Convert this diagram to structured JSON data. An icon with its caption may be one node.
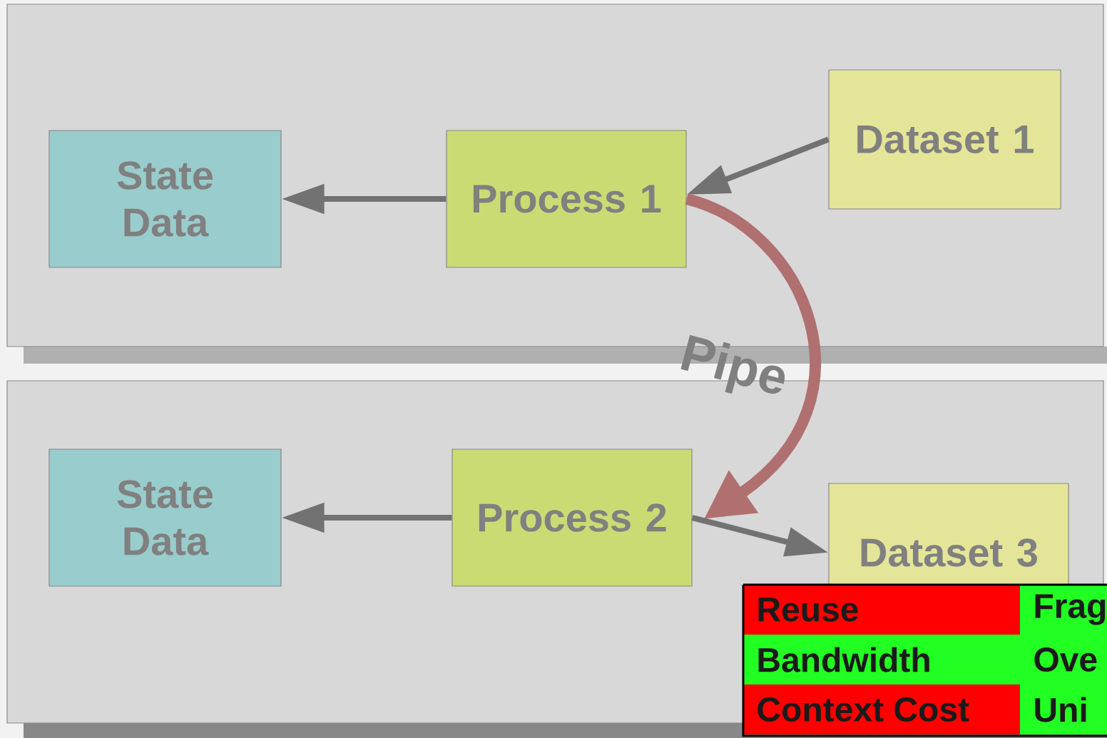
{
  "diagram": {
    "nodes": [
      {
        "text": [
          "State Data"
        ]
      },
      {
        "text": [
          "Process 1"
        ]
      },
      {
        "text": [
          "Dataset 1"
        ]
      },
      {
        "text": [
          "State Data"
        ]
      },
      {
        "text": [
          "Process 2"
        ]
      },
      {
        "text": [
          "Dataset 3"
        ]
      }
    ],
    "edges": [
      {
        "from": 1,
        "to": 0,
        "arrow": "to"
      },
      {
        "from": 2,
        "to": 1,
        "arrow": "to"
      },
      {
        "from": 1,
        "to": 4,
        "arrow": "to",
        "label": "Pipe",
        "style": "thick",
        "color": "#b07070"
      },
      {
        "from": 4,
        "to": 3,
        "arrow": "to"
      },
      {
        "from": 4,
        "to": 5,
        "arrow": "to"
      }
    ],
    "labels": [
      "Reuse",
      "Frag",
      "Bandwidth",
      "Ove",
      "Context Cost",
      "Uni"
    ]
  }
}
